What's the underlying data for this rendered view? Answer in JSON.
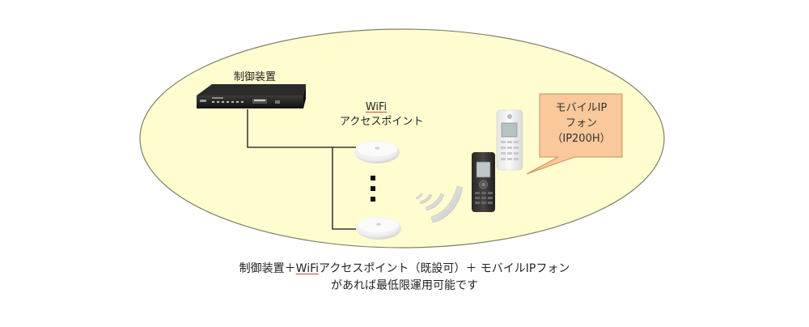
{
  "diagram": {
    "controller": {
      "label": "制御装置",
      "icon": "router-device-icon"
    },
    "access_point": {
      "label_line1": "WiFi",
      "label_line2": "アクセスポイント",
      "icon": "wifi-access-point-icon",
      "continuation": "⋮"
    },
    "mobile_phone": {
      "callout_line1": "モバイルIP",
      "callout_line2": "フォン",
      "callout_line3": "（IP200H）",
      "icons": [
        "black-handset-icon",
        "white-handset-icon"
      ]
    },
    "wireless_signal": "wireless-signal-icon"
  },
  "caption": {
    "line1_part1": "制御装置＋",
    "line1_wifi": "WiFi",
    "line1_part2": "アクセスポイント（既設可）＋ モバイルIPフォン",
    "line2": "があれば最低限運用可能です"
  },
  "colors": {
    "ellipse_fill": "#FFFDD0",
    "ellipse_stroke": "#7F7F6A",
    "callout_fill": "#F9C89B",
    "callout_stroke": "#C8915A",
    "spellcheck_underline": "#D04040"
  }
}
